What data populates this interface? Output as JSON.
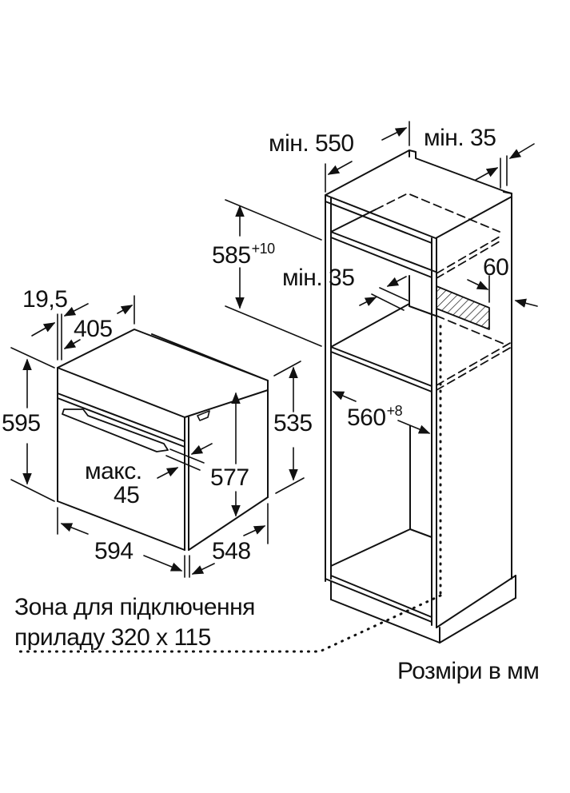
{
  "diagram": {
    "type": "built-in oven installation dimensions",
    "colors": {
      "line": "#111111",
      "background": "#ffffff"
    },
    "oven": {
      "dims": {
        "front_reveal": "19,5",
        "top_depth": "405",
        "height": "595",
        "body_height": "535",
        "inner_height": "577",
        "max_label": "макс.",
        "max_value": "45",
        "width": "594",
        "depth": "548"
      }
    },
    "cabinet": {
      "dims": {
        "min_depth_label": "мін. 550",
        "min_rear_gap_label": "мін. 35",
        "niche_height": "585",
        "niche_height_tol": "+10",
        "min_shelf_gap_label": "мін. 35",
        "vent_depth": "60",
        "niche_width": "560",
        "niche_width_tol": "+8"
      }
    },
    "notes": {
      "connection_zone_line1": "Зона для підключення",
      "connection_zone_line2": "приладу 320 x 115",
      "units": "Розміри в мм"
    }
  }
}
